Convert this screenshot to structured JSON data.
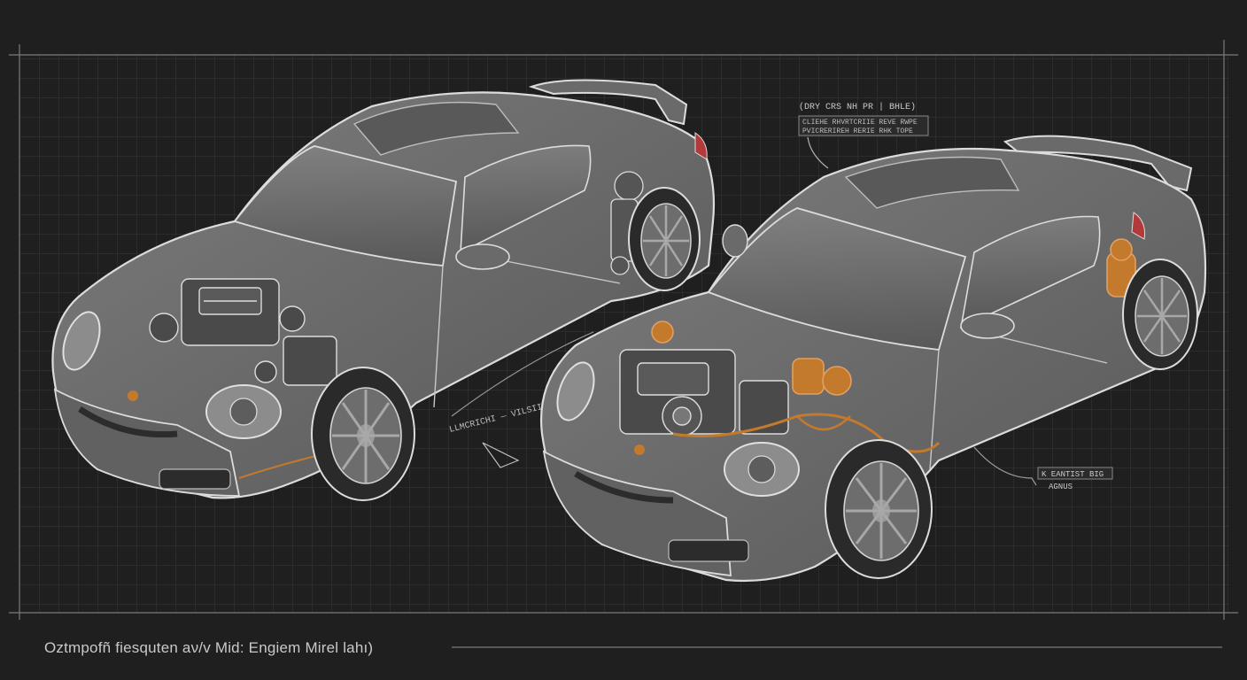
{
  "colors": {
    "background": "#1f1f1f",
    "grid": "#3a3a3a",
    "body": "#6f6f6f",
    "outline": "#dcdcdc",
    "accent": "#c47a2c"
  },
  "callouts": {
    "top_title": "(DRY CRS NH PR | BHLE)",
    "top_line1": "CLIEHE RHVRTCRIIE REVE RWPE",
    "top_line2": "PVICRERIREH RERIE RHK TOPE",
    "mid_label": "LLMCRICHI — VILSIIT PROF",
    "right_line1": "K EANTIST BIG",
    "right_line2": "AGNUS"
  },
  "footer": {
    "caption": "Oztmpofñ fiesquten aν/v Mid: Engiem Mirel lahı)"
  }
}
